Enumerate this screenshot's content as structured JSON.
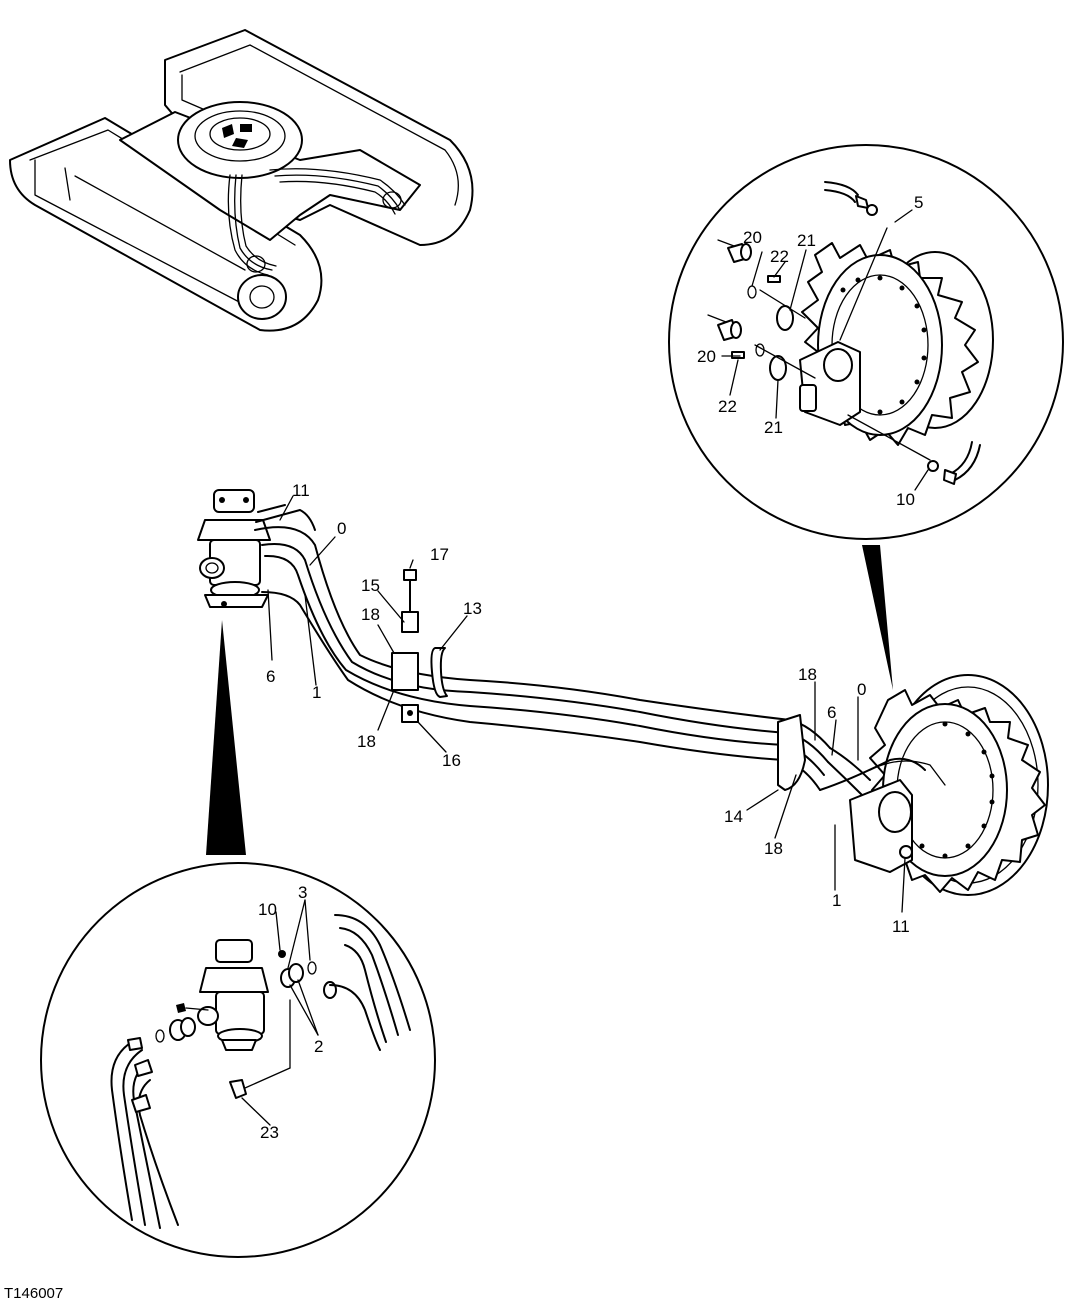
{
  "figure_id": "T146007",
  "callouts": {
    "c0_top": "0",
    "c0_right": "0",
    "c1_left": "1",
    "c1_right": "1",
    "c2": "2",
    "c3": "3",
    "c5": "5",
    "c6_left": "6",
    "c6_right": "6",
    "c10_top": "10",
    "c10_inset": "10",
    "c11_top": "11",
    "c11_right": "11",
    "c13": "13",
    "c14": "14",
    "c15": "15",
    "c16": "16",
    "c17": "17",
    "c18_a": "18",
    "c18_b": "18",
    "c18_c": "18",
    "c18_d": "18",
    "c20_a": "20",
    "c20_b": "20",
    "c21_a": "21",
    "c21_b": "21",
    "c22_a": "22",
    "c22_b": "22",
    "c23": "23"
  }
}
